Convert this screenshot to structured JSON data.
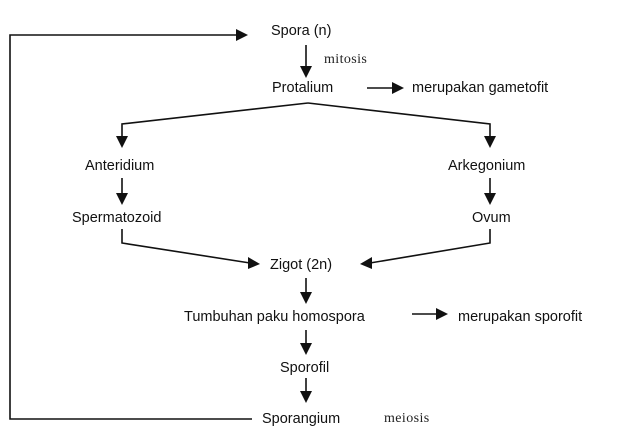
{
  "nodes": {
    "spora": "Spora (n)",
    "protalium": "Protalium",
    "gametofit": "merupakan gametofit",
    "anteridium": "Anteridium",
    "arkegonium": "Arkegonium",
    "spermatozoid": "Spermatozoid",
    "ovum": "Ovum",
    "zigot": "Zigot (2n)",
    "tumbuhan": "Tumbuhan paku homospora",
    "sporofit": "merupakan sporofit",
    "sporofil": "Sporofil",
    "sporangium": "Sporangium"
  },
  "annotations": {
    "mitosis": "mitosis",
    "meiosis": "meiosis"
  }
}
